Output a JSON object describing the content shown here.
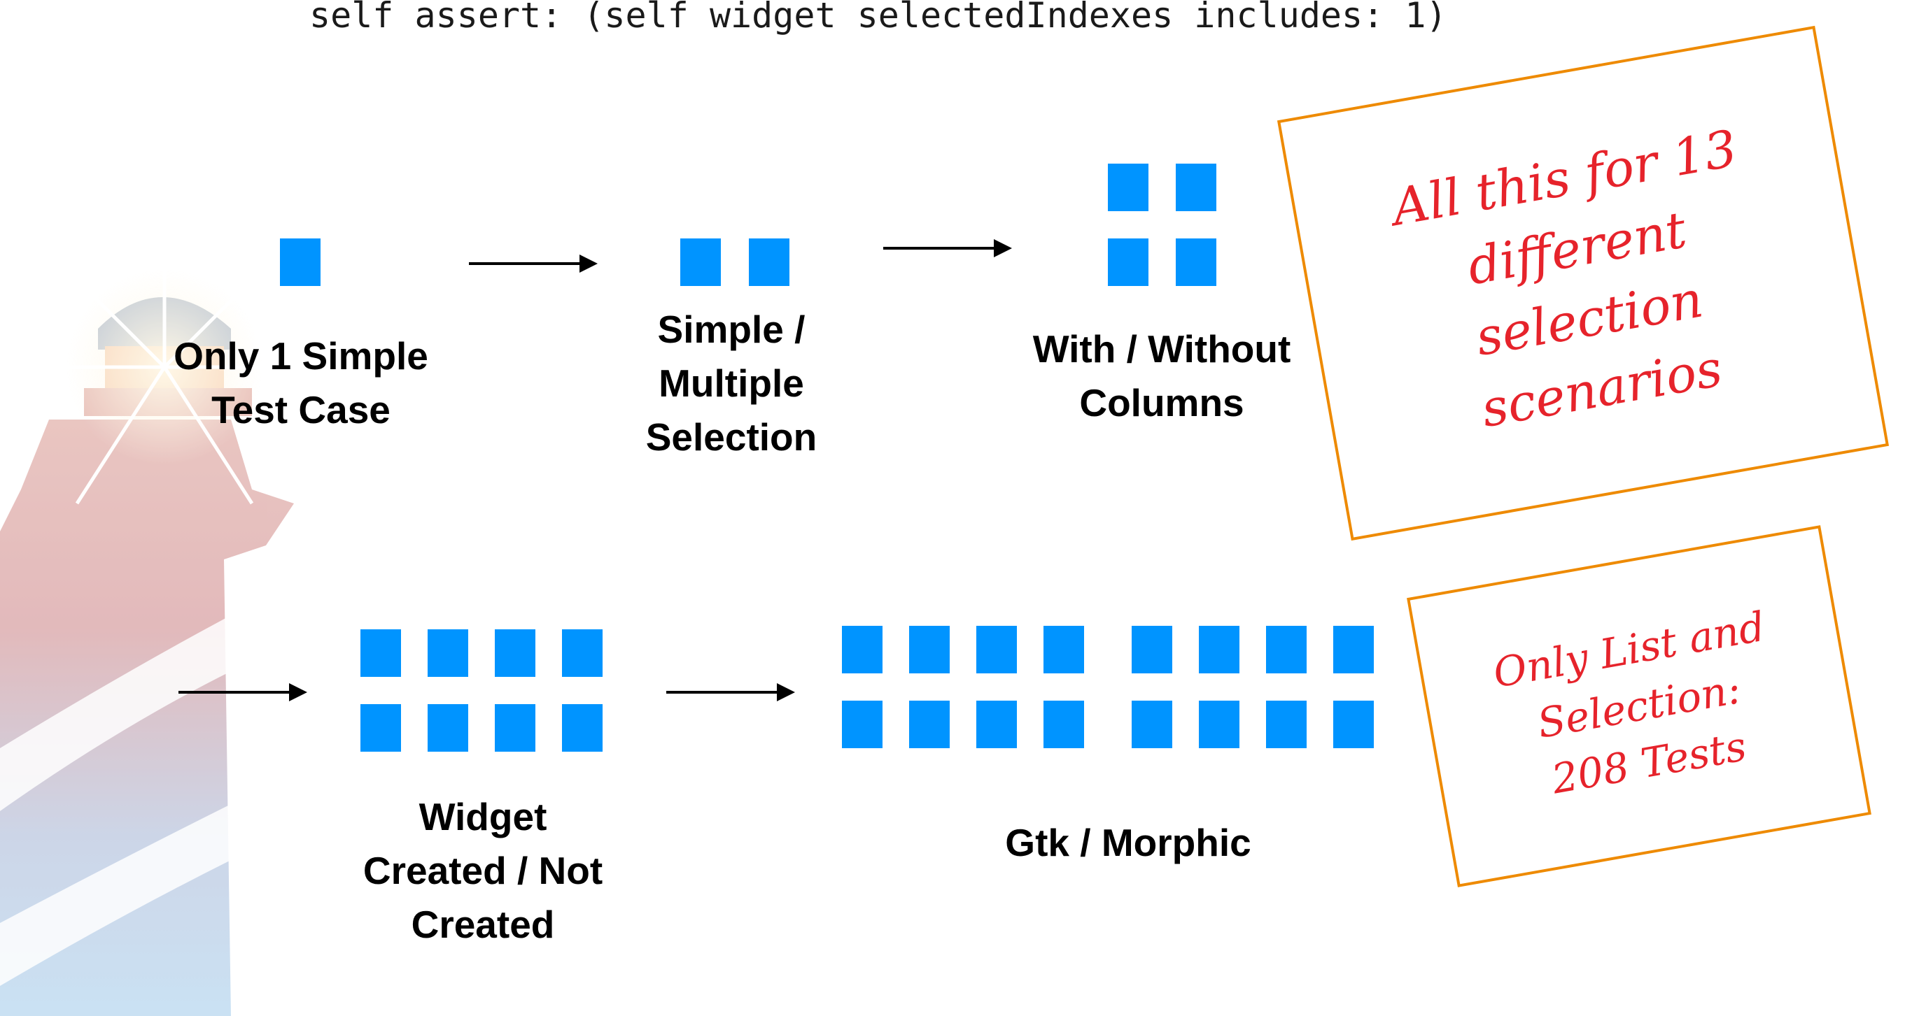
{
  "code_line": "self assert: (self widget selectedIndexes includes: 1)",
  "labels": {
    "single": [
      "Only 1 Simple",
      "Test Case"
    ],
    "multiple": [
      "Simple /",
      "Multiple",
      "Selection"
    ],
    "columns": [
      "With / Without",
      "Columns"
    ],
    "widget": [
      "Widget",
      "Created  / Not",
      "Created"
    ],
    "backend": [
      "Gtk / Morphic"
    ]
  },
  "notes": {
    "scenarios": [
      "All this for 13",
      "different",
      "selection",
      "scenarios"
    ],
    "tests": [
      "Only List and",
      "Selection:",
      "208 Tests"
    ]
  },
  "colors": {
    "square": "#0094ff",
    "note_border": "#ee8a00",
    "note_text": "#e6232b"
  }
}
